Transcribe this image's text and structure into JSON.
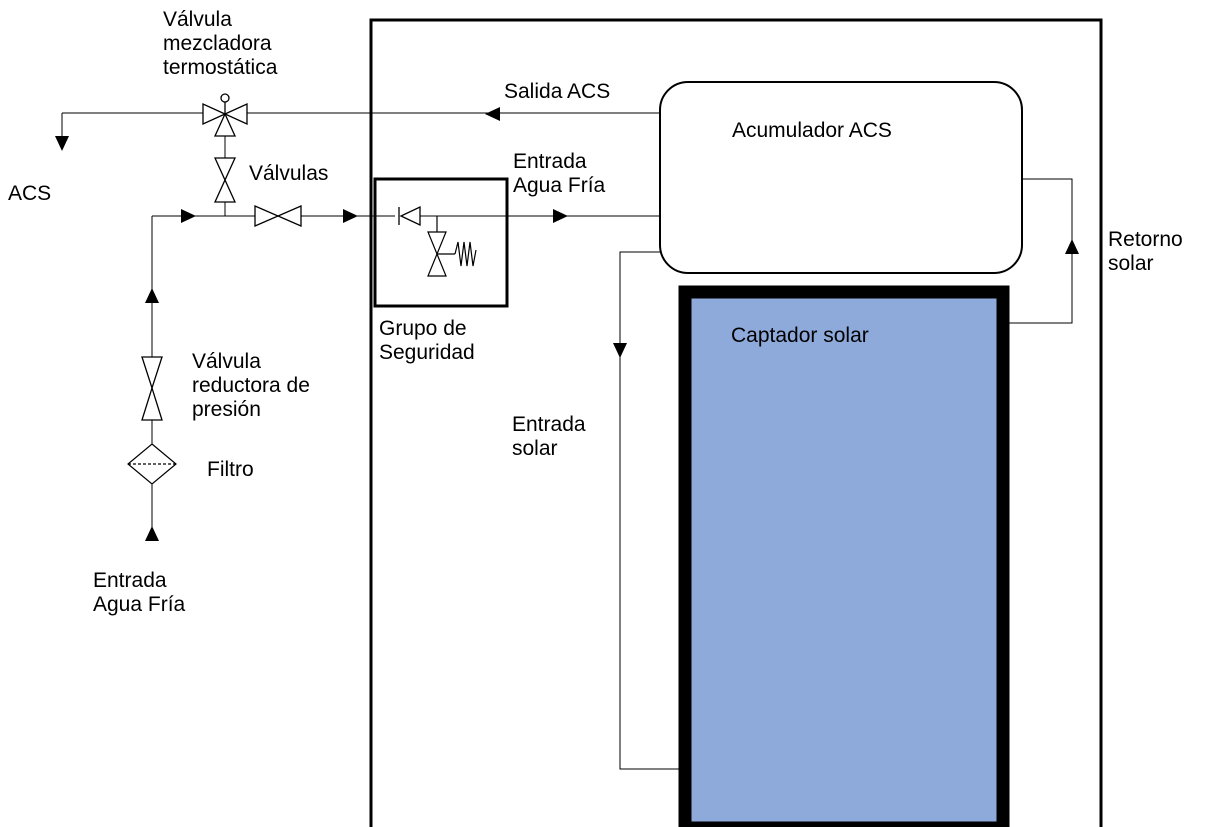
{
  "labels": {
    "valvula_mezcladora": [
      "Válvula",
      "mezcladora",
      "termostática"
    ],
    "acs": "ACS",
    "valvulas": "Válvulas",
    "salida_acs": "Salida ACS",
    "entrada_agua_fria_top": [
      "Entrada",
      "Agua Fría"
    ],
    "acumulador": "Acumulador ACS",
    "retorno_solar": [
      "Retorno",
      "solar"
    ],
    "captador_solar": "Captador solar",
    "grupo_seguridad": [
      "Grupo de",
      "Seguridad"
    ],
    "valvula_reductora": [
      "Válvula",
      "reductora de",
      "presión"
    ],
    "filtro": "Filtro",
    "entrada_solar": [
      "Entrada",
      "solar"
    ],
    "entrada_agua_fria_bottom": [
      "Entrada",
      "Agua Fría"
    ]
  },
  "colors": {
    "captador_fill": "#8eaadb",
    "line": "#000000"
  }
}
